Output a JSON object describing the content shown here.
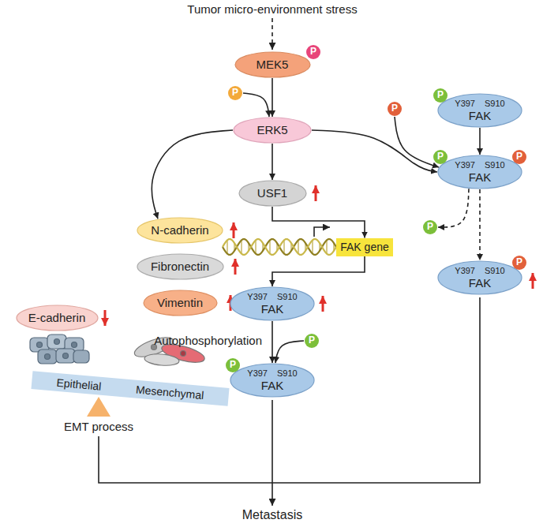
{
  "diagram": {
    "nodes": [
      {
        "text": [
          "MEK5"
        ]
      },
      {
        "text": [
          "P"
        ]
      },
      {
        "text": [
          "P"
        ]
      },
      {
        "text": [
          "ERK5"
        ]
      },
      {
        "text": [
          "Y397",
          "S910",
          "FAK"
        ]
      },
      {
        "text": [
          "P"
        ],
        "in": 4
      },
      {
        "text": [
          "P"
        ]
      },
      {
        "text": [
          "Y397",
          "S910",
          "FAK"
        ]
      },
      {
        "text": [
          "P"
        ],
        "in": 7
      },
      {
        "text": [
          "P"
        ],
        "in": 7
      },
      {
        "text": [
          "P"
        ]
      },
      {
        "text": [
          "Y397",
          "S910",
          "FAK"
        ]
      },
      {
        "text": [
          "P"
        ],
        "in": 11
      },
      {
        "text": [
          "USF1"
        ]
      },
      {
        "text": [
          "N-cadherin"
        ]
      },
      {
        "text": [
          "Fibronectin"
        ]
      },
      {
        "text": [
          "Vimentin"
        ]
      },
      {
        "text": [
          "E-cadherin"
        ]
      },
      {
        "text": [
          "Epithelial",
          "Mesenchymal"
        ]
      },
      {
        "text": [
          "FAK gene"
        ]
      },
      {
        "text": [
          "Y397",
          "S910",
          "FAK"
        ]
      },
      {
        "text": [
          "P"
        ]
      },
      {
        "text": [
          "Y397",
          "S910",
          "FAK"
        ]
      },
      {
        "text": [
          "P"
        ],
        "in": 22
      }
    ],
    "edges": [
      {
        "from": 0,
        "to": 3,
        "arrow": "to"
      },
      {
        "from": 2,
        "to": 3,
        "arrow": "to"
      },
      {
        "from": 3,
        "to": 14,
        "arrow": "to"
      },
      {
        "from": 3,
        "to": 13,
        "arrow": "to"
      },
      {
        "from": 13,
        "to": 19,
        "arrow": "to"
      },
      {
        "from": 19,
        "to": 20,
        "arrow": "to"
      },
      {
        "from": 20,
        "to": 22,
        "arrow": "to"
      },
      {
        "from": 21,
        "to": 22,
        "arrow": "to"
      },
      {
        "from": 3,
        "to": 7,
        "arrow": "to"
      },
      {
        "from": 4,
        "to": 7,
        "arrow": "to"
      },
      {
        "from": 6,
        "to": 7,
        "arrow": "to"
      },
      {
        "from": 7,
        "to": 11,
        "arrow": "to"
      },
      {
        "from": 7,
        "to": 10,
        "arrow": "to"
      }
    ],
    "labels": [
      "Tumor micro-environment stress",
      "Autophosphorylation",
      "EMT process",
      "Metastasis"
    ]
  }
}
